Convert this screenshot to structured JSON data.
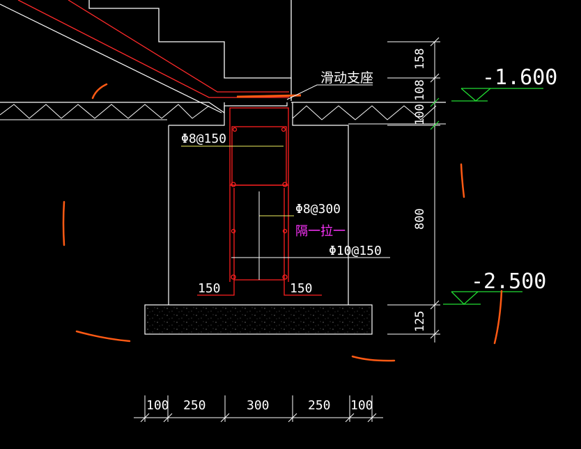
{
  "colors": {
    "background": "#000000",
    "line_white": "#ffffff",
    "rebar_red": "#ff2020",
    "stair_red": "#ff2a2a",
    "sketch_orange": "#ff5a14",
    "tie_yellow": "#f0f060",
    "note_magenta": "#ff33ff",
    "level_green": "#22dd33"
  },
  "labels": {
    "sliding_support": "滑动支座",
    "rebar_top": "Φ8@150",
    "rebar_mid": "Φ8@300",
    "tie_note": "隔一拉一",
    "rebar_bottom": "Φ10@150",
    "left_150": "150",
    "right_150": "150"
  },
  "levels": {
    "top": "-1.600",
    "bottom": "-2.500"
  },
  "vertical_dims": [
    "158",
    "108",
    "100",
    "800",
    "125"
  ],
  "horizontal_dims": [
    "100",
    "250",
    "300",
    "250",
    "100"
  ]
}
